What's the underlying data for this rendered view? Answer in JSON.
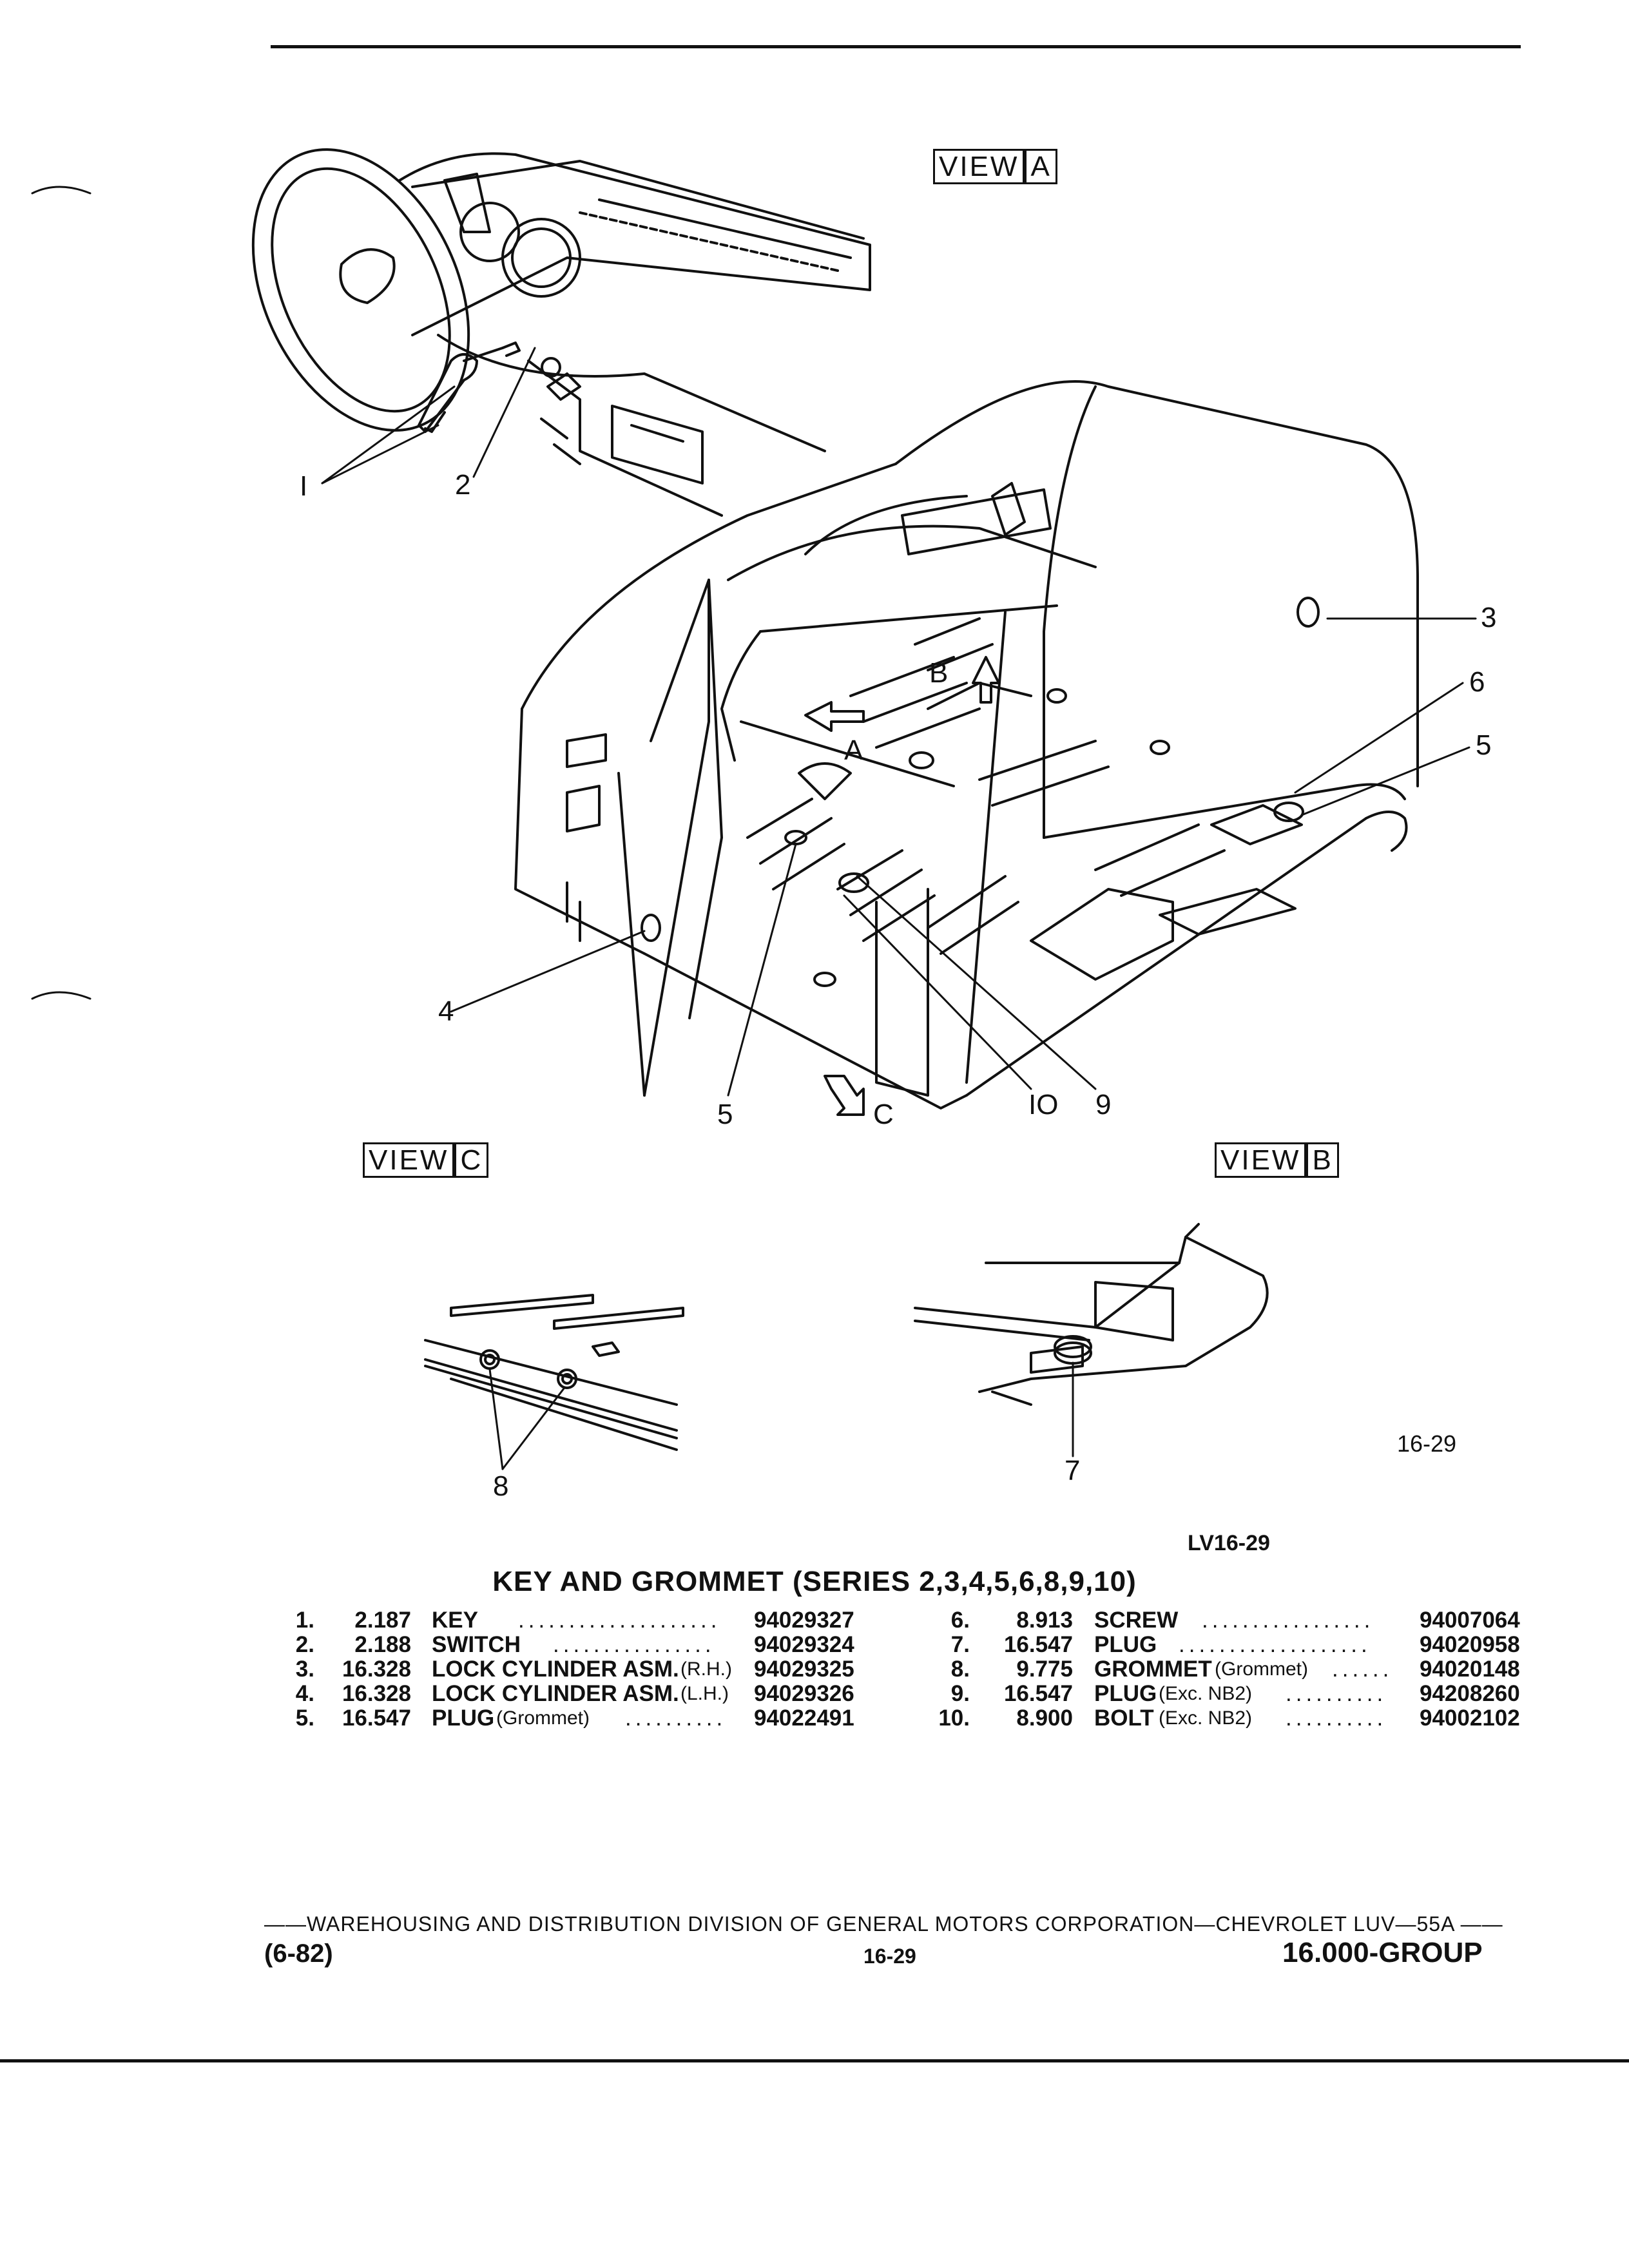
{
  "views": {
    "a": {
      "prefix": "VIEW",
      "letter": "A"
    },
    "b": {
      "prefix": "VIEW",
      "letter": "B"
    },
    "c": {
      "prefix": "VIEW",
      "letter": "C"
    }
  },
  "callouts": {
    "c1": "I",
    "c2": "2",
    "c3": "3",
    "c4": "4",
    "c5a": "5",
    "c5b": "5",
    "c6": "6",
    "c7": "7",
    "c8": "8",
    "c9": "9",
    "c10": "IO",
    "arrow_a": "A",
    "arrow_b": "B",
    "arrow_c": "C"
  },
  "figure_number": "16-29",
  "figure_code": "LV16-29",
  "title": "KEY AND GROMMET (SERIES 2,3,4,5,6,8,9,10)",
  "parts": [
    {
      "num": "1.",
      "code": "2.187",
      "desc": "KEY",
      "qual": "",
      "dots": "....................",
      "pn": "94029327"
    },
    {
      "num": "2.",
      "code": "2.188",
      "desc": "SWITCH",
      "qual": "",
      "dots": "................",
      "pn": "94029324"
    },
    {
      "num": "3.",
      "code": "16.328",
      "desc": "LOCK CYLINDER ASM.",
      "qual": "(R.H.)",
      "dots": "",
      "pn": "94029325"
    },
    {
      "num": "4.",
      "code": "16.328",
      "desc": "LOCK CYLINDER ASM.",
      "qual": "(L.H.)",
      "dots": "",
      "pn": "94029326"
    },
    {
      "num": "5.",
      "code": "16.547",
      "desc": "PLUG",
      "qual": "(Grommet)",
      "dots": "..........",
      "pn": "94022491"
    },
    {
      "num": "6.",
      "code": "8.913",
      "desc": "SCREW",
      "qual": "",
      "dots": ".................",
      "pn": "94007064"
    },
    {
      "num": "7.",
      "code": "16.547",
      "desc": "PLUG",
      "qual": "",
      "dots": "...................",
      "pn": "94020958"
    },
    {
      "num": "8.",
      "code": "9.775",
      "desc": "GROMMET",
      "qual": "(Grommet)",
      "dots": "......",
      "pn": "94020148"
    },
    {
      "num": "9.",
      "code": "16.547",
      "desc": "PLUG",
      "qual": "(Exc. NB2)",
      "dots": "..........",
      "pn": "94208260"
    },
    {
      "num": "10.",
      "code": "8.900",
      "desc": "BOLT",
      "qual": "(Exc. NB2)",
      "dots": "..........",
      "pn": "94002102"
    }
  ],
  "footer": {
    "line": "——WAREHOUSING AND DISTRIBUTION DIVISION OF GENERAL MOTORS CORPORATION—CHEVROLET LUV—55A  ——",
    "date": "(6-82)",
    "page": "16-29",
    "group": "16.000-GROUP"
  }
}
